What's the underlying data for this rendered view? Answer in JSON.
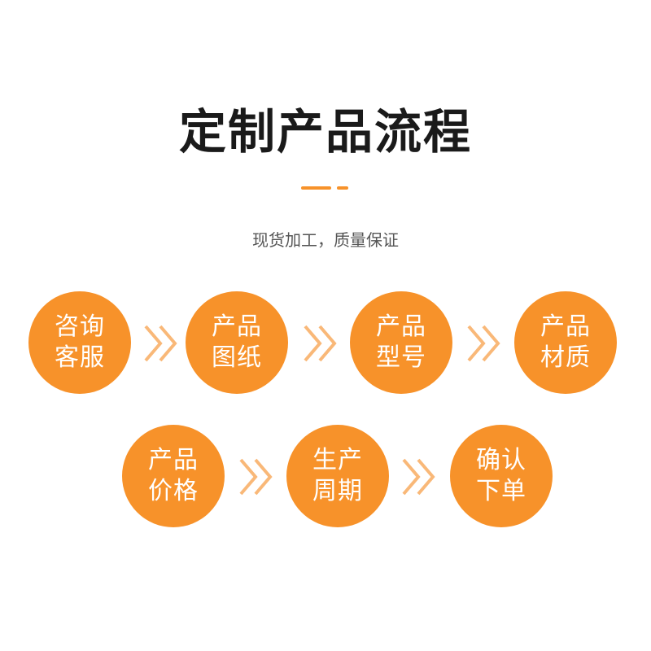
{
  "colors": {
    "accent": "#F7922A",
    "accent_light": "#F9B878",
    "title": "#1A1A1A",
    "subtitle": "#555555"
  },
  "title": "定制产品流程",
  "subtitle": "现货加工，质量保证",
  "steps": [
    {
      "line1": "咨询",
      "line2": "客服"
    },
    {
      "line1": "产品",
      "line2": "图纸"
    },
    {
      "line1": "产品",
      "line2": "型号"
    },
    {
      "line1": "产品",
      "line2": "材质"
    },
    {
      "line1": "产品",
      "line2": "价格"
    },
    {
      "line1": "生产",
      "line2": "周期"
    },
    {
      "line1": "确认",
      "line2": "下单"
    }
  ],
  "arrow_icon": "double-chevron-right-icon"
}
